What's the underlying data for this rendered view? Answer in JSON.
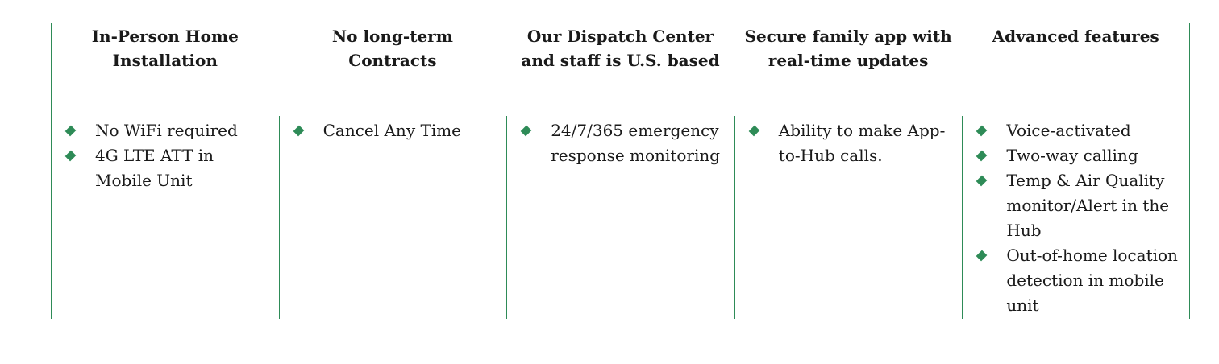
{
  "colors": {
    "rule": "#2e8b57",
    "bullet": "#2e8b57"
  },
  "columns": [
    {
      "header": "In-Person Home Installation",
      "items": [
        "No WiFi required",
        "4G LTE ATT in Mobile Unit"
      ]
    },
    {
      "header": "No long-term Contracts",
      "items": [
        "Cancel Any Time"
      ]
    },
    {
      "header": "Our Dispatch Center and staff is U.S. based",
      "items": [
        "24/7/365 emergency response monitoring"
      ]
    },
    {
      "header": "Secure family app with real-time updates",
      "items": [
        "Ability to make App-to-Hub calls."
      ]
    },
    {
      "header": "Advanced features",
      "items": [
        "Voice-activated",
        "Two-way calling",
        "Temp & Air Quality monitor/Alert in the Hub",
        "Out-of-home location detection in mobile unit"
      ]
    }
  ]
}
